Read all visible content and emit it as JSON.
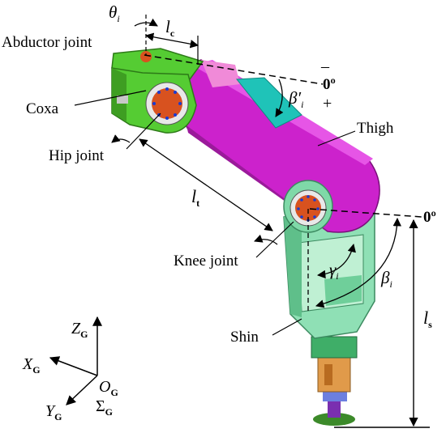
{
  "labels": {
    "abductor_joint": "Abductor joint",
    "coxa": "Coxa",
    "hip_joint": "Hip joint",
    "thigh": "Thigh",
    "knee_joint": "Knee joint",
    "shin": "Shin"
  },
  "symbols": {
    "theta_i": {
      "main": "θ",
      "sub": "i"
    },
    "l_c": {
      "main": "l",
      "sub": "c"
    },
    "l_t": {
      "main": "l",
      "sub": "t"
    },
    "l_s": {
      "main": "l",
      "sub": "s"
    },
    "beta_prime_i": {
      "main": "β′",
      "sub": "i"
    },
    "gamma_i": {
      "main": "γ",
      "sub": "i"
    },
    "beta_i": {
      "main": "β",
      "sub": "i"
    },
    "zero_deg_top": "0º",
    "zero_deg_knee": "0º",
    "minus": "–",
    "plus": "+"
  },
  "axes": {
    "z": {
      "main": "Z",
      "sub": "G"
    },
    "x": {
      "main": "X",
      "sub": "G"
    },
    "y": {
      "main": "Y",
      "sub": "G"
    },
    "origin": {
      "main": "O",
      "sub": "G"
    },
    "frame": {
      "main": "Σ",
      "sub": "G"
    }
  },
  "colors": {
    "thigh": "#cc22cc",
    "thigh_dark": "#9b1a9b",
    "coxa": "#55cc33",
    "joint_disk": "#d8521f",
    "shin": "#7fd9a8",
    "shin_dark": "#4fa87a",
    "cyan_plate": "#1fc3b8",
    "pink_patch": "#f08ad8"
  }
}
